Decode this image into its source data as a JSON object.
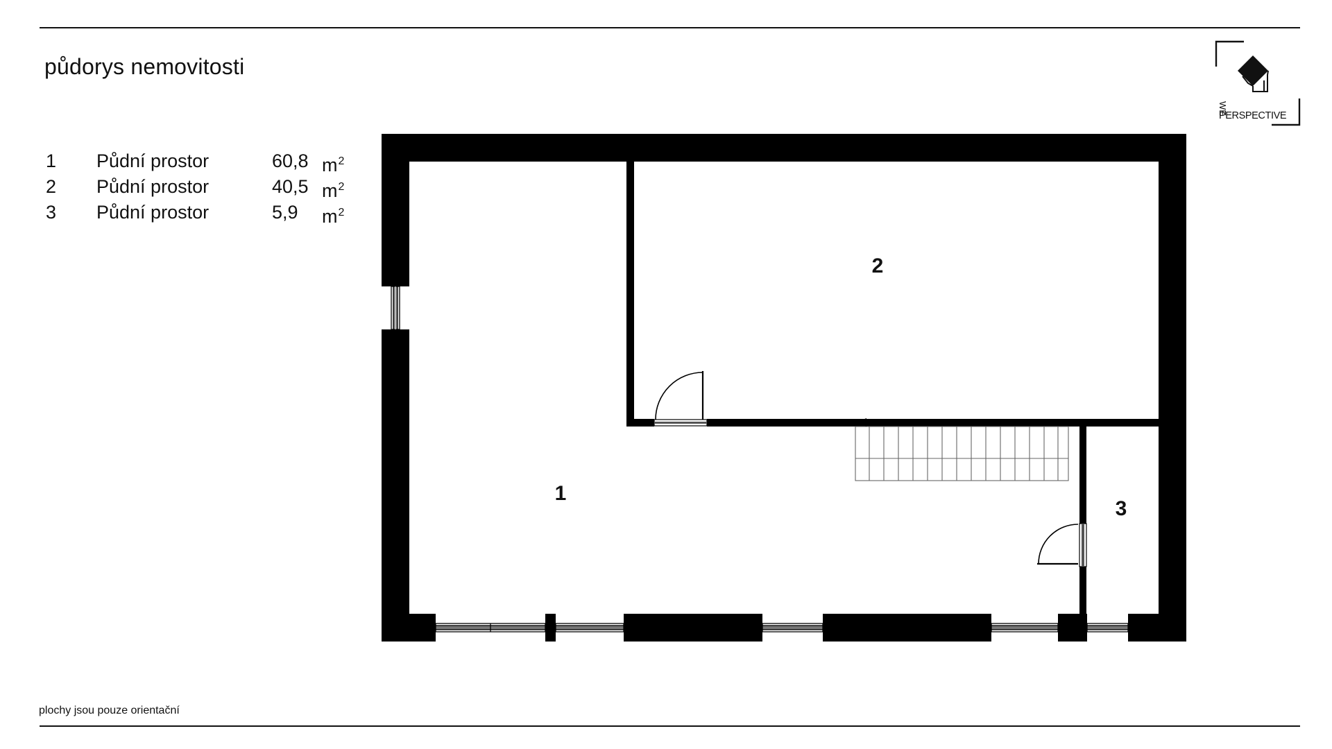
{
  "title": "půdorys nemovitosti",
  "rooms": [
    {
      "number": "1",
      "name": "Půdní prostor",
      "area": "60,8",
      "unit": "m",
      "unit_sup": "2"
    },
    {
      "number": "2",
      "name": "Půdní prostor",
      "area": "40,5",
      "unit": "m",
      "unit_sup": "2"
    },
    {
      "number": "3",
      "name": "Půdní prostor",
      "area": "5,9",
      "unit": "m",
      "unit_sup": "2"
    }
  ],
  "plan_labels": {
    "room1": "1",
    "room2": "2",
    "room3": "3"
  },
  "logo": {
    "line1": "WE",
    "line2": "PERSPECTIVE"
  },
  "footnote": "plochy jsou pouze orientační",
  "colors": {
    "walls": "#000000",
    "background": "#ffffff",
    "lines": "#111111"
  }
}
